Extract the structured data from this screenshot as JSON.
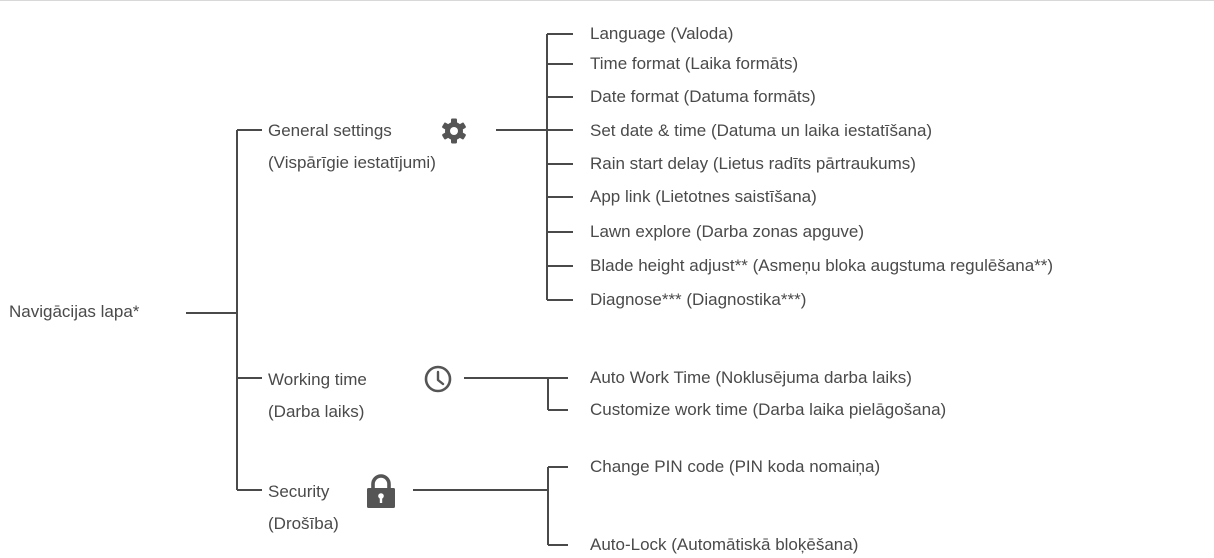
{
  "root": {
    "label": "Navigācijas lapa*"
  },
  "categories": [
    {
      "title": "General settings",
      "subtitle": "(Vispārīgie iestatījumi)",
      "icon": "gear-icon",
      "items": [
        "Language (Valoda)",
        "Time format (Laika formāts)",
        "Date format (Datuma formāts)",
        "Set date & time (Datuma un laika iestatīšana)",
        "Rain start delay (Lietus radīts pārtraukums)",
        "App link (Lietotnes saistīšana)",
        "Lawn explore (Darba zonas apguve)",
        "Blade height adjust** (Asmeņu bloka augstuma regulēšana**)",
        "Diagnose*** (Diagnostika***)"
      ]
    },
    {
      "title": "Working time",
      "subtitle": "(Darba laiks)",
      "icon": "clock-icon",
      "items": [
        "Auto Work Time (Noklusējuma darba laiks)",
        "Customize work time (Darba laika pielāgošana)"
      ]
    },
    {
      "title": "Security",
      "subtitle": "(Drošība)",
      "icon": "lock-icon",
      "items": [
        "Change PIN code (PIN koda nomaiņa)",
        "Auto-Lock (Automātiskā bloķēšana)"
      ]
    }
  ],
  "colors": {
    "line": "#4a4a4a",
    "text": "#4a4a4a",
    "icon": "#555555"
  }
}
